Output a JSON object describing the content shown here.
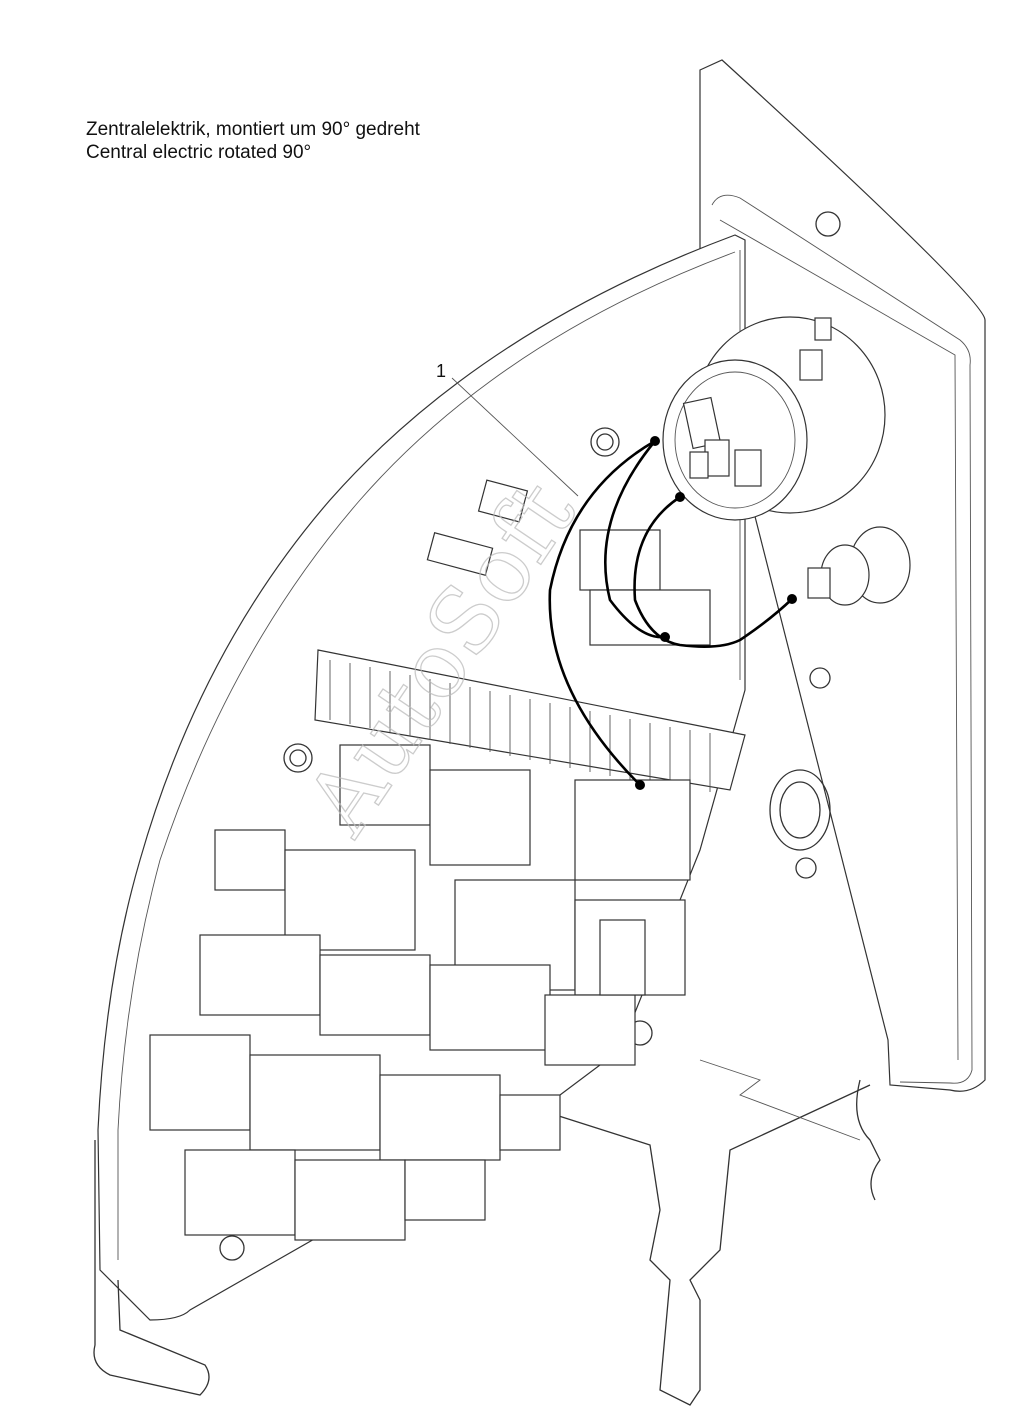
{
  "caption": {
    "line_de": "Zentralelektrik, montiert um 90° gedreht",
    "line_en": "Central electric rotated 90°"
  },
  "callouts": [
    {
      "label": "1"
    }
  ],
  "watermark": "AutoSoft"
}
